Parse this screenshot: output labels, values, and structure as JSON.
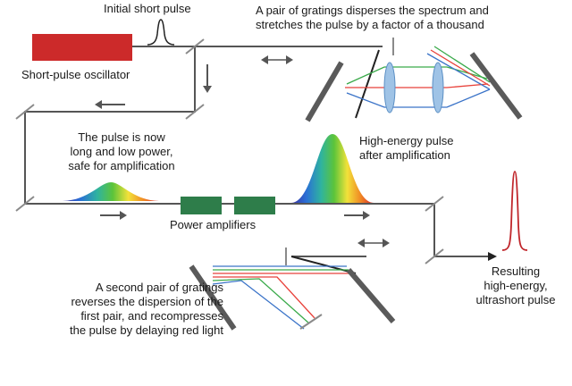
{
  "labels": {
    "initial_pulse": "Initial short pulse",
    "oscillator": "Short-pulse oscillator",
    "stretch_gratings": [
      "A pair of gratings disperses the spectrum and",
      "stretches the pulse by a factor of a thousand"
    ],
    "long_pulse": [
      "The pulse is now",
      "long and low power,",
      "safe for amplification"
    ],
    "high_energy": [
      "High-energy pulse",
      "after amplification"
    ],
    "power_amplifiers": "Power amplifiers",
    "compress_gratings": [
      "A second pair of gratings",
      "reverses the dispersion of the",
      "first pair, and recompresses",
      "the pulse by delaying red light"
    ],
    "result": [
      "Resulting",
      "high-energy,",
      "ultrashort pulse"
    ]
  },
  "colors": {
    "beam": "#555555",
    "oscillator": "#cc2a2a",
    "amplifier": "#2e7d4a",
    "grating": "#5a5a5a",
    "lens": "#9fc3e6",
    "pulse_red": "#c0262b",
    "ray_red": "#e8413a",
    "ray_green": "#3aaa4a",
    "ray_blue": "#3a73c8"
  },
  "icons": [
    "double-headed-arrow-icon",
    "direction-arrow-icon"
  ]
}
